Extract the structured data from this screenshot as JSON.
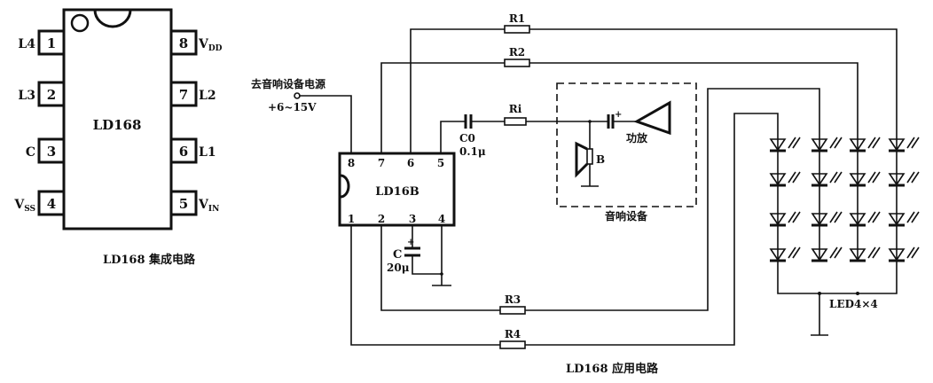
{
  "ic_pinout": {
    "chip_label": "LD168",
    "caption": "LD168 集成电路",
    "left_pins": [
      {
        "num": "1",
        "name": "L4"
      },
      {
        "num": "2",
        "name": "L3"
      },
      {
        "num": "3",
        "name": "C"
      },
      {
        "num": "4",
        "name": "V",
        "sub": "SS"
      }
    ],
    "right_pins": [
      {
        "num": "8",
        "name": "V",
        "sub": "DD"
      },
      {
        "num": "7",
        "name": "L2"
      },
      {
        "num": "6",
        "name": "L1"
      },
      {
        "num": "5",
        "name": "V",
        "sub": "IN"
      }
    ]
  },
  "application": {
    "caption": "LD168 应用电路",
    "chip_label": "LD16B",
    "top_pins": [
      "8",
      "7",
      "6",
      "5"
    ],
    "bottom_pins": [
      "1",
      "2",
      "3",
      "4"
    ],
    "power_label": "去音响设备电源",
    "power_voltage": "+6~15V",
    "c0_label": "C0",
    "c0_value": "0.1μ",
    "ri_label": "Ri",
    "c_label": "C",
    "c_value": "20μ",
    "speaker_label": "B",
    "amp_label": "功放",
    "audio_box_label": "音响设备",
    "resistors": [
      "R1",
      "R2",
      "R3",
      "R4"
    ],
    "led_label": "LED4×4"
  }
}
